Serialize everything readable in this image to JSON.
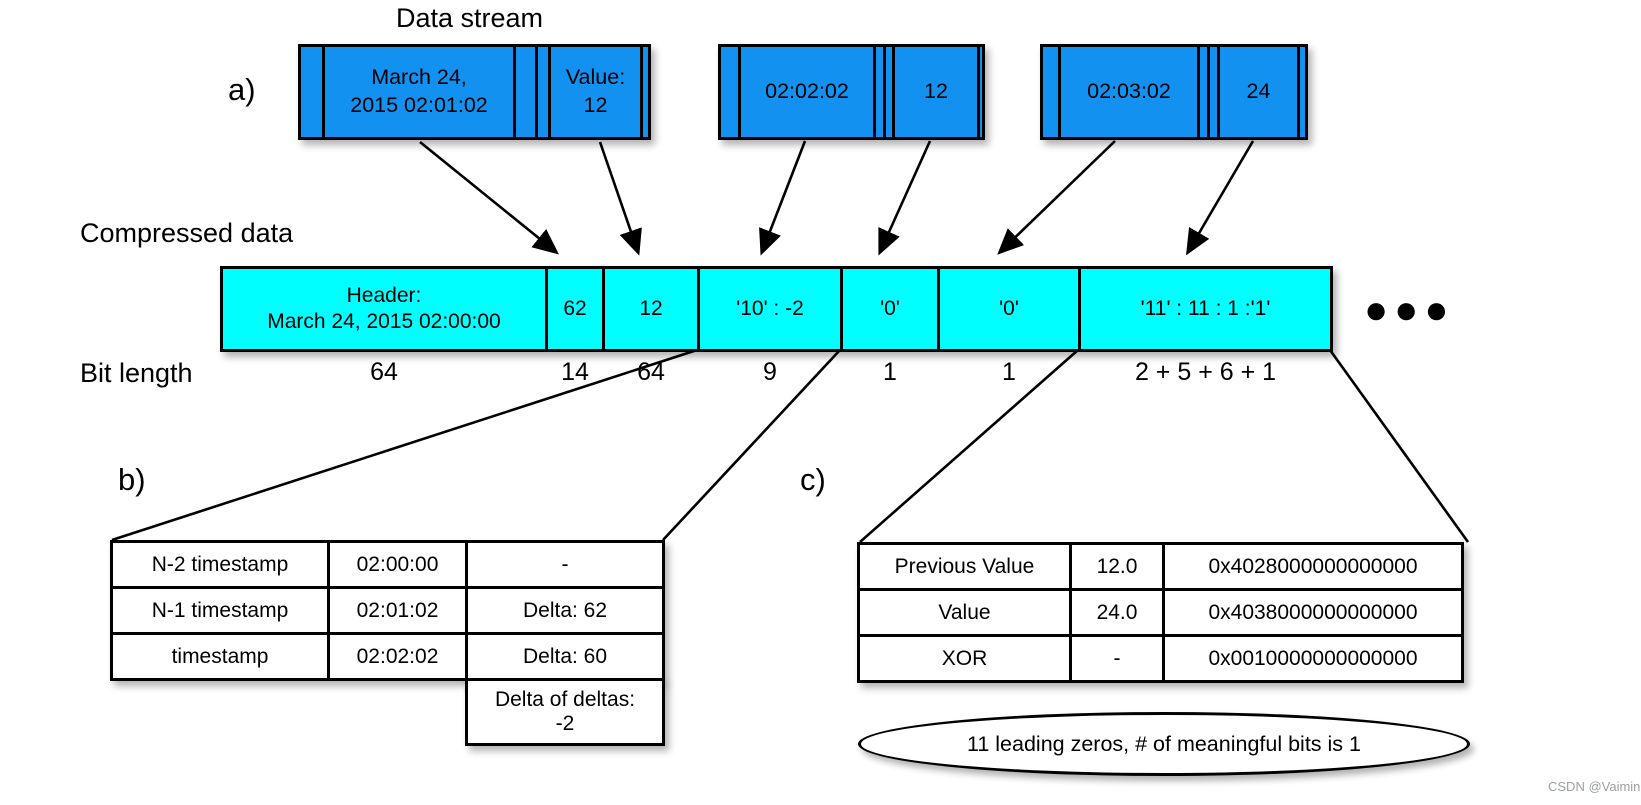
{
  "page": {
    "data_stream_title": "Data stream",
    "compressed_label": "Compressed data",
    "bit_length_label": "Bit length",
    "label_a": "a)",
    "label_b": "b)",
    "label_c": "c)",
    "ellipsis_dots": "●●●",
    "watermark": "CSDN @Vaimin"
  },
  "colors": {
    "stream_box_blue": "#1291F0",
    "compressed_bar_cyan": "#00FFFF",
    "outline_black": "#000000"
  },
  "data_stream_boxes": [
    {
      "timestamp": "March 24,\n2015 02:01:02",
      "value": "Value:\n12"
    },
    {
      "timestamp": "02:02:02",
      "value": "12"
    },
    {
      "timestamp": "02:03:02",
      "value": "24"
    }
  ],
  "compressed_bar": {
    "segments": [
      {
        "label": "Header:\nMarch 24, 2015 02:00:00",
        "bits": "64"
      },
      {
        "label": "62",
        "bits": "14"
      },
      {
        "label": "12",
        "bits": "64"
      },
      {
        "label": "'10' : -2",
        "bits": "9"
      },
      {
        "label": "'0'",
        "bits": "1"
      },
      {
        "label": "'0'",
        "bits": "1"
      },
      {
        "label": "'11' : 11 : 1 :'1'",
        "bits": "2 + 5 + 6 + 1"
      }
    ]
  },
  "table_b": {
    "rows": [
      [
        "N-2 timestamp",
        "02:00:00",
        "-"
      ],
      [
        "N-1 timestamp",
        "02:01:02",
        "Delta: 62"
      ],
      [
        "timestamp",
        "02:02:02",
        "Delta: 60"
      ]
    ],
    "extra_cell": "Delta of deltas:\n-2"
  },
  "table_c": {
    "rows": [
      [
        "Previous Value",
        "12.0",
        "0x4028000000000000"
      ],
      [
        "Value",
        "24.0",
        "0x4038000000000000"
      ],
      [
        "XOR",
        "-",
        "0x0010000000000000"
      ]
    ],
    "note": "11 leading zeros, # of meaningful bits is 1"
  }
}
